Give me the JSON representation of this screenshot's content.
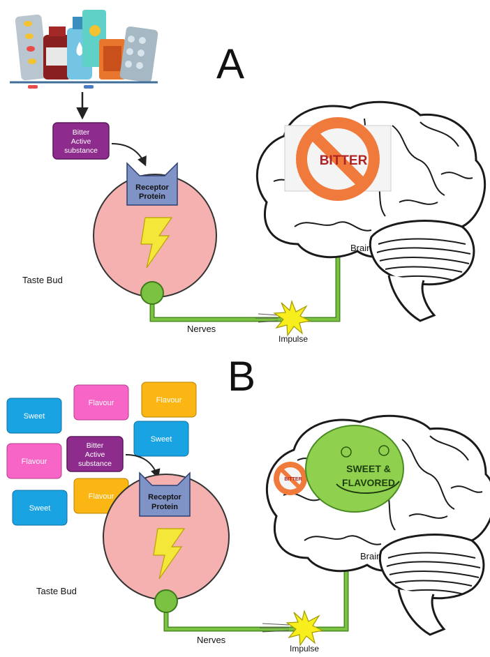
{
  "panel_a": {
    "letter": "A",
    "bitter_box": [
      "Bitter",
      "Active",
      "substance"
    ],
    "receptor": [
      "Receptor",
      "Protein"
    ],
    "taste_bud_label": "Taste Bud",
    "nerves_label": "Nerves",
    "impulse_label": "Impulse",
    "brain_label": "Brain",
    "bitter_sign": "BITTER"
  },
  "panel_b": {
    "letter": "B",
    "flavor_boxes": [
      {
        "text": "Sweet",
        "color": "#1aa3e3"
      },
      {
        "text": "Flavour",
        "color": "#f765c6"
      },
      {
        "text": "Flavour",
        "color": "#fbb614"
      },
      {
        "text": "Sweet",
        "color": "#1aa3e3"
      },
      {
        "text": "Flavour",
        "color": "#f765c6"
      },
      {
        "text": "Flavour",
        "color": "#fbb614"
      },
      {
        "text": "Sweet",
        "color": "#1aa3e3"
      }
    ],
    "bitter_box": [
      "Bitter",
      "Active",
      "substance"
    ],
    "receptor": [
      "Receptor",
      "Protein"
    ],
    "taste_bud_label": "Taste Bud",
    "nerves_label": "Nerves",
    "impulse_label": "Impulse",
    "brain_label": "Brain",
    "small_sign": "BITTER",
    "smiley": [
      "SWEET &",
      "FLAVORED"
    ]
  },
  "colors": {
    "purple_box": "#8e2c8e",
    "receptor_fill": "#7f93c6",
    "cell_fill": "#f5b0b0",
    "nerve_green": "#7cc242",
    "bolt_yellow": "#f5e63a",
    "bitter_orange": "#ef7a3c",
    "bitter_text": "#b22222",
    "smiley_green": "#8fd14f"
  }
}
